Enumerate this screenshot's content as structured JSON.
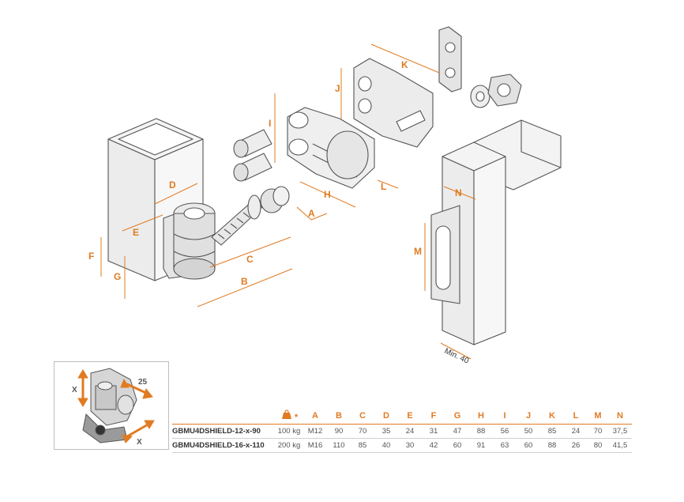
{
  "dimension_labels": [
    "A",
    "B",
    "C",
    "D",
    "E",
    "F",
    "G",
    "H",
    "I",
    "J",
    "K",
    "L",
    "M",
    "N"
  ],
  "min_note": "Min. 40",
  "inset_labels": {
    "x_top": "X",
    "x_bottom": "X",
    "angle": "25"
  },
  "colors": {
    "accent": "#e07b22",
    "line": "#555555",
    "metal": "#e6e6e6"
  },
  "icons": {
    "load": "weight-icon"
  },
  "table": {
    "load_icon_label": "*",
    "columns": [
      "A",
      "B",
      "C",
      "D",
      "E",
      "F",
      "G",
      "H",
      "I",
      "J",
      "K",
      "L",
      "M",
      "N"
    ],
    "rows": [
      {
        "model": "GBMU4DSHIELD-12-x-90",
        "load": "100 kg",
        "values": [
          "M12",
          "90",
          "70",
          "35",
          "24",
          "31",
          "47",
          "88",
          "56",
          "50",
          "85",
          "24",
          "70",
          "37,5"
        ]
      },
      {
        "model": "GBMU4DSHIELD-16-x-110",
        "load": "200 kg",
        "values": [
          "M16",
          "110",
          "85",
          "40",
          "30",
          "42",
          "60",
          "91",
          "63",
          "60",
          "88",
          "26",
          "80",
          "41,5"
        ]
      }
    ]
  }
}
